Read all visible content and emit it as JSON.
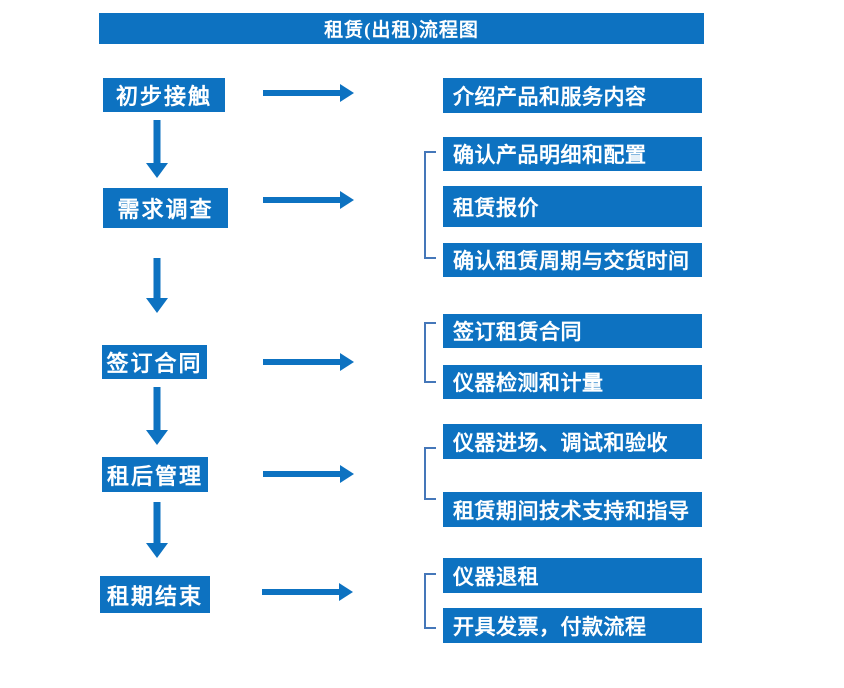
{
  "title": "租赁(出租)流程图",
  "colors": {
    "primary": "#0d72c1",
    "bracket": "#4577b9",
    "background": "#ffffff",
    "text_on_primary": "#ffffff"
  },
  "flow": {
    "steps": [
      {
        "label": "初步接触",
        "details": [
          "介绍产品和服务内容"
        ]
      },
      {
        "label": "需求调查",
        "details": [
          "确认产品明细和配置",
          "租赁报价",
          "确认租赁周期与交货时间"
        ]
      },
      {
        "label": "签订合同",
        "details": [
          "签订租赁合同",
          "仪器检测和计量"
        ]
      },
      {
        "label": "租后管理",
        "details": [
          "仪器进场、调试和验收",
          "租赁期间技术支持和指导"
        ]
      },
      {
        "label": "租期结束",
        "details": [
          "仪器退租",
          "开具发票，付款流程"
        ]
      }
    ]
  }
}
